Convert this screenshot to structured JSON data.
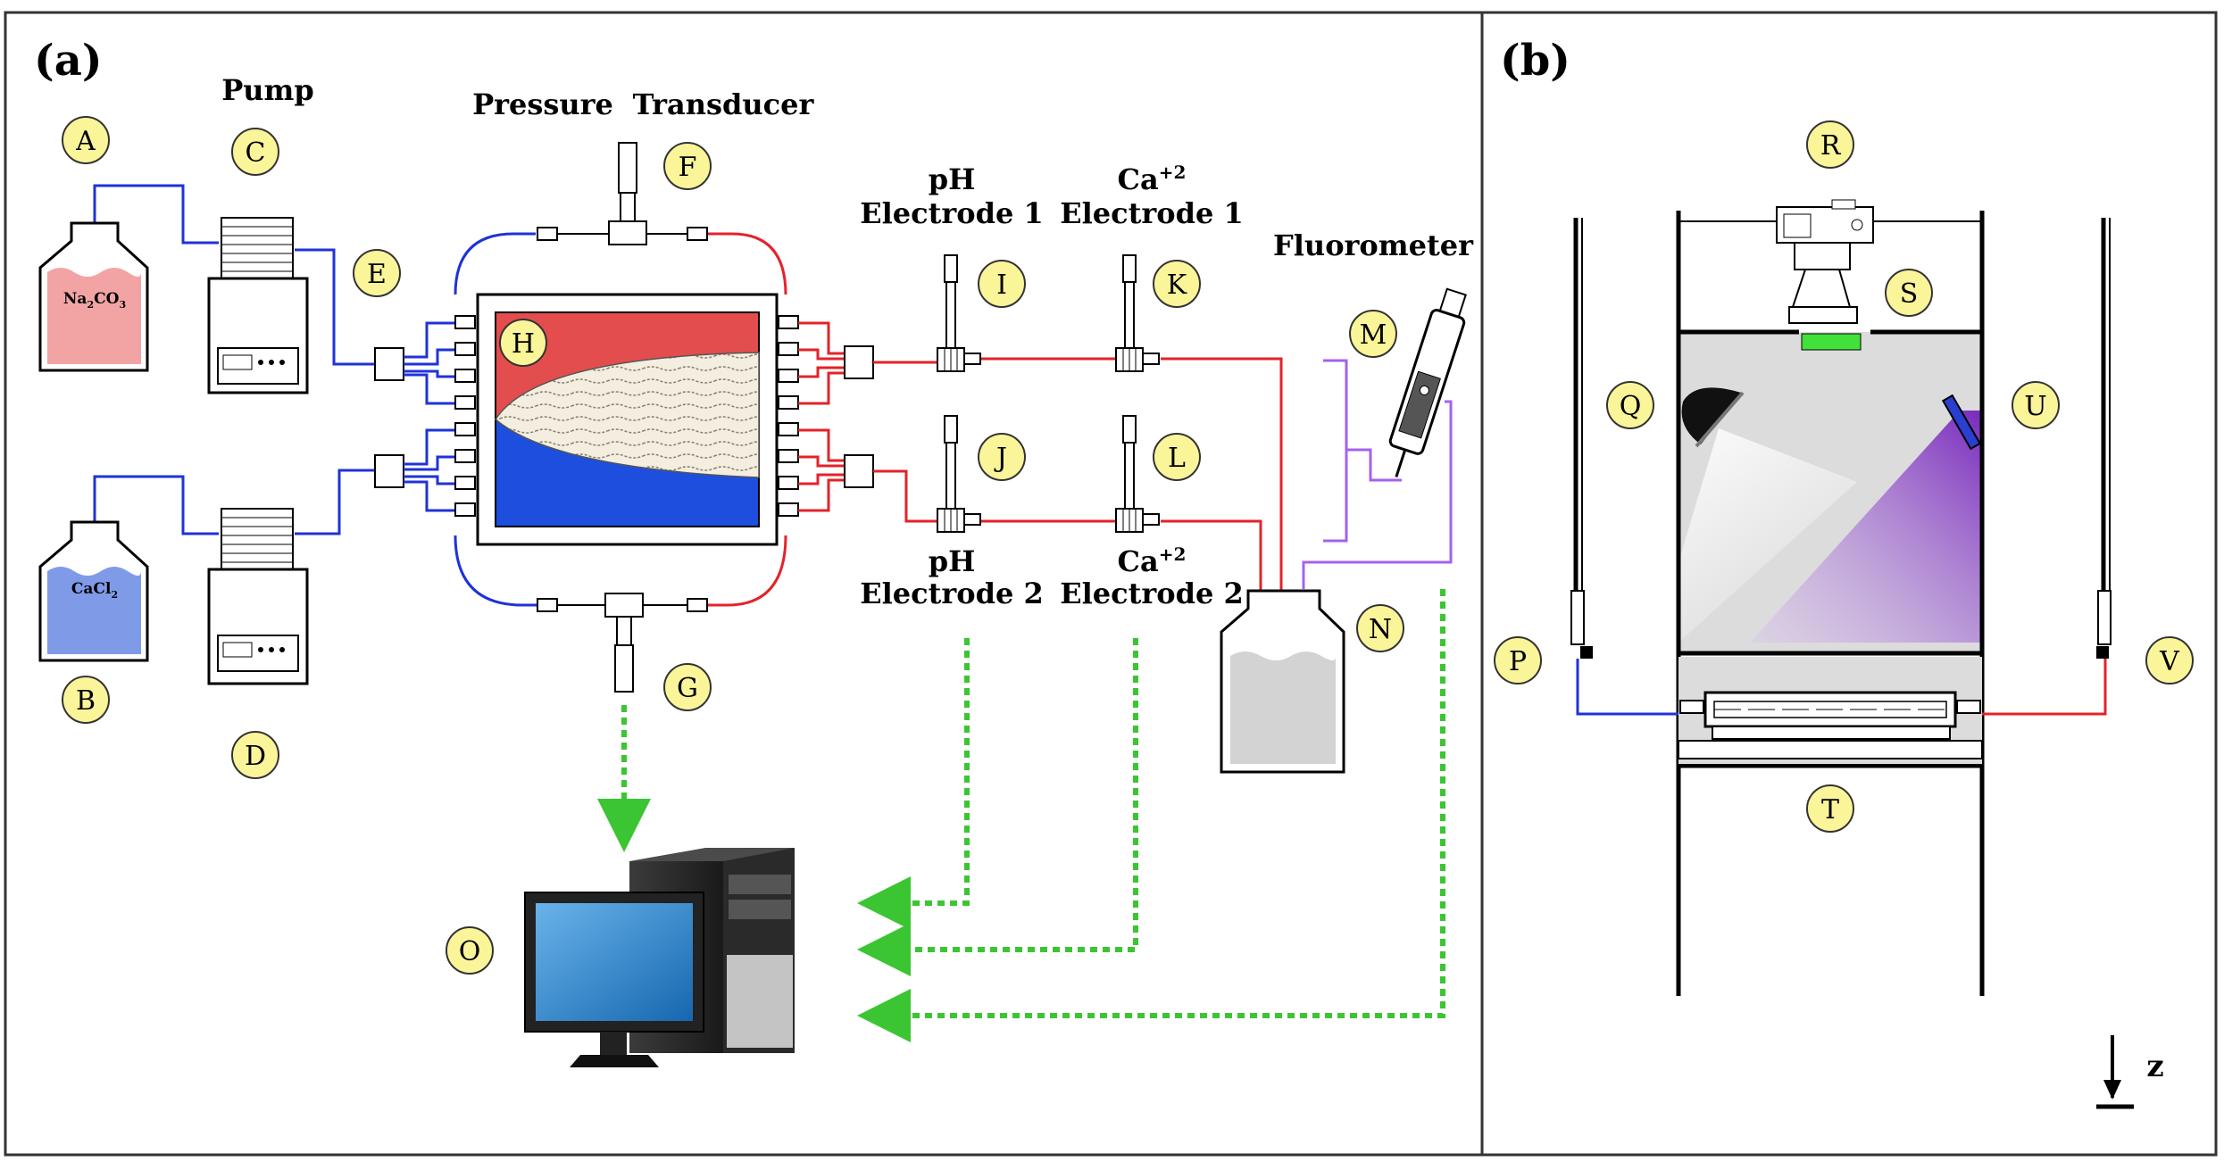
{
  "panels": {
    "a": "(a)",
    "b": "(b)"
  },
  "headers": {
    "pump": "Pump",
    "pressure": "Pressure",
    "transducer": "Transducer",
    "ph1_line1": "pH",
    "ph1_line2": "Electrode 1",
    "ca1_line1": "Ca",
    "ca1_sup": "+2",
    "ca1_line2": "Electrode 1",
    "fluorometer": "Fluorometer",
    "ph2_line1": "pH",
    "ph2_line2": "Electrode 2",
    "ca2_line1": "Ca",
    "ca2_sup": "+2",
    "ca2_line2": "Electrode 2"
  },
  "bottles": {
    "a_main": "Na",
    "a_sub1": "2",
    "a_mid": "CO",
    "a_sub2": "3",
    "b_main": "CaCl",
    "b_sub": "2"
  },
  "markers": [
    "A",
    "B",
    "C",
    "D",
    "E",
    "F",
    "G",
    "H",
    "I",
    "J",
    "K",
    "L",
    "M",
    "N",
    "O",
    "P",
    "Q",
    "R",
    "S",
    "T",
    "U",
    "V"
  ],
  "axis_label": "z",
  "colors": {
    "marker_fill": "#fbf59a",
    "blue_line": "#1f33d6",
    "red_line": "#e3232a",
    "purple_line": "#a361f0",
    "green_dash": "#3cc532",
    "red_fluid": "#e44d4d",
    "blue_fluid": "#1d4ede",
    "bottle_pink": "#f2a4a4",
    "bottle_blue": "#7f9be8",
    "bottle_grey": "#d3d3d3"
  }
}
